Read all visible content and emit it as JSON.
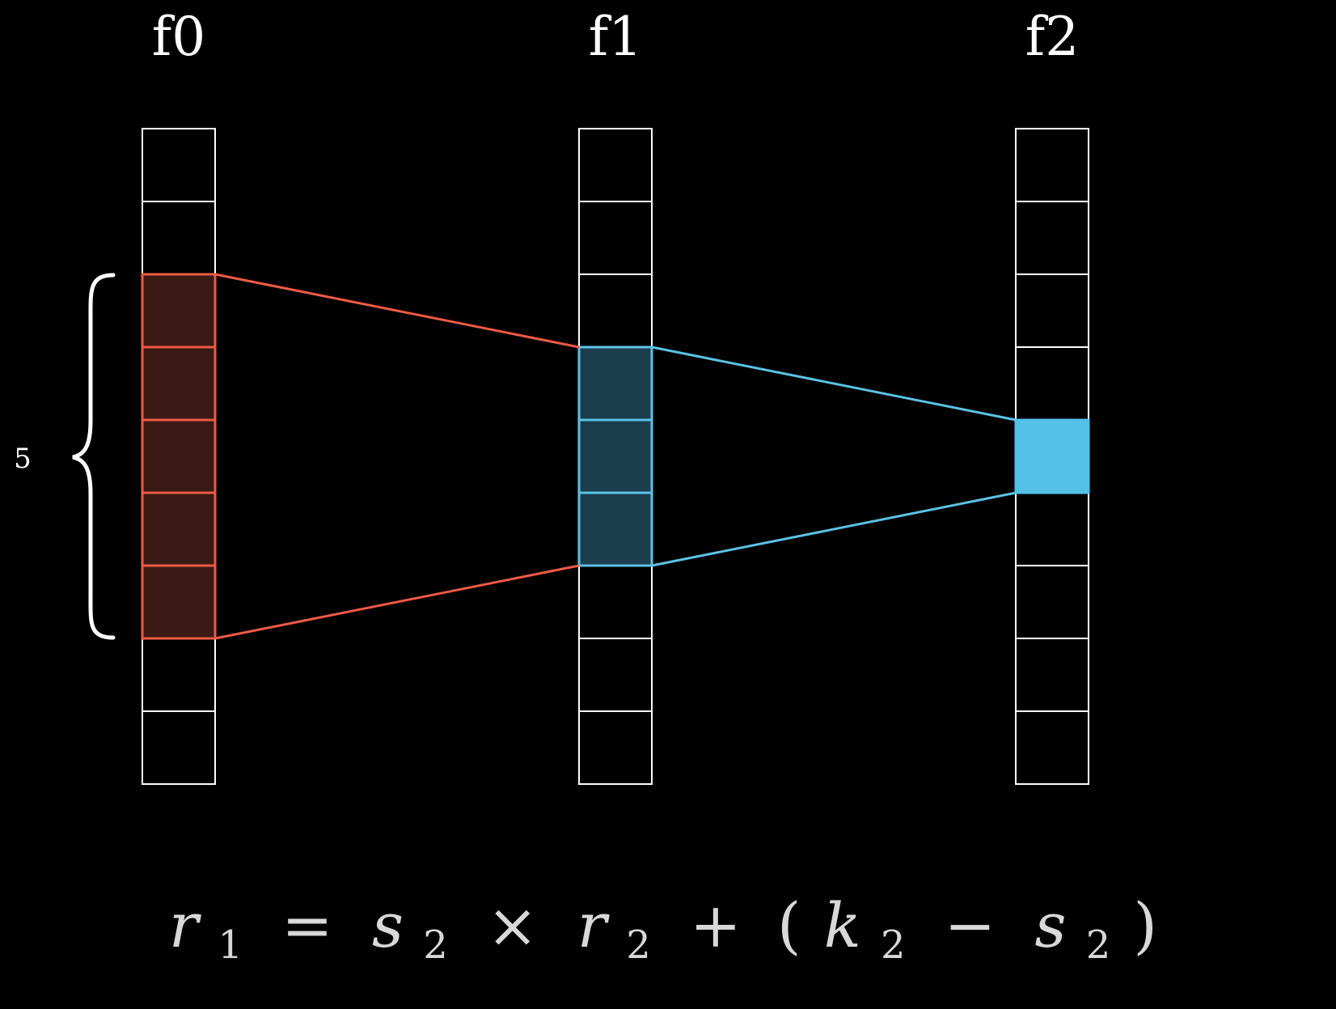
{
  "columns": [
    {
      "id": "f0",
      "label": "f0",
      "cells": 9,
      "highlight": [
        2,
        3,
        4,
        5,
        6
      ],
      "highlight_style": "red-outline"
    },
    {
      "id": "f1",
      "label": "f1",
      "cells": 9,
      "highlight": [
        3,
        4,
        5
      ],
      "highlight_style": "blue-outline"
    },
    {
      "id": "f2",
      "label": "f2",
      "cells": 9,
      "highlight": [
        4
      ],
      "highlight_style": "blue-solid"
    }
  ],
  "brace": {
    "label": "5",
    "column": "f0"
  },
  "formula": {
    "r": "r",
    "sub_1": "1",
    "equals": "=",
    "s": "s",
    "sub_2a": "2",
    "times": "×",
    "r2": "r",
    "sub_2b": "2",
    "plus": "+",
    "lparen": "(",
    "k": "k",
    "sub_2c": "2",
    "minus": "−",
    "s2": "s",
    "sub_2d": "2",
    "rparen": ")"
  },
  "colors": {
    "background": "#000000",
    "cell_stroke": "#ffffff",
    "red": "#ef5a45",
    "red_fill": "#3a1a15",
    "blue": "#5bc2e5",
    "blue_fill": "#1b3d4c",
    "blue_solid": "#53c0e6",
    "text": "#ffffff",
    "formula_text": "#d8d8d8"
  }
}
